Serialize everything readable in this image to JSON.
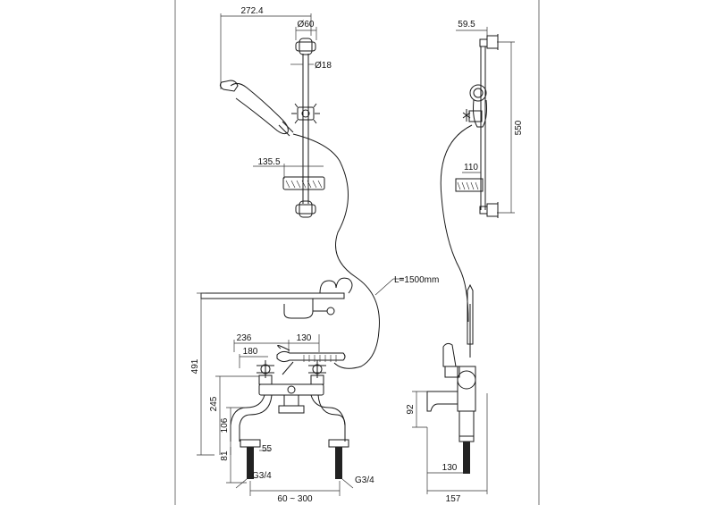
{
  "dimensions": {
    "top_width": "272.4",
    "rail_bracket_dia": "Ø60",
    "rail_dia": "Ø18",
    "soap_dish_width": "135.5",
    "side_bracket_offset": "59.5",
    "rail_length": "550",
    "side_soap_dish": "110",
    "hose_length": "L=1500mm",
    "total_height": "491",
    "spout_reach": "236",
    "cradle_offset": "130",
    "handle_width": "180",
    "body_height": "245",
    "leg_height": "106",
    "tail_height": "81",
    "tail_spacing": "55",
    "thread_left": "G3/4",
    "thread_right": "G3/4",
    "centres": "60 ~ 300",
    "side_spout_height": "92",
    "side_projection": "130",
    "side_total_depth": "157"
  }
}
